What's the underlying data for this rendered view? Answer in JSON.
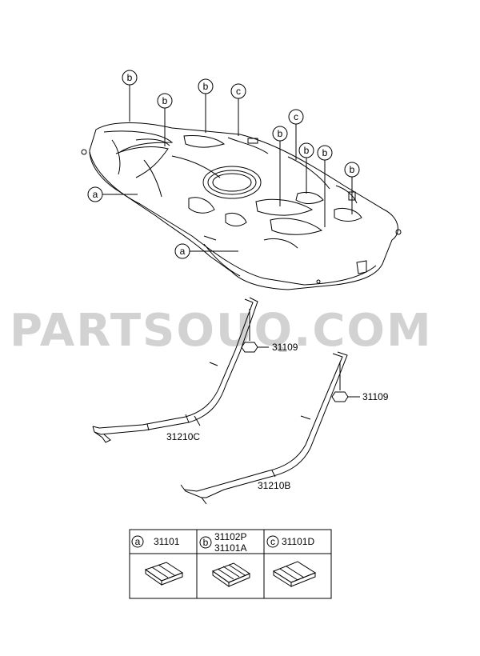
{
  "watermark": "PARTSOUQ.COM",
  "callouts": {
    "b1": "b",
    "b2": "b",
    "b3": "b",
    "c1": "c",
    "c2": "c",
    "b4": "b",
    "b5": "b",
    "b6": "b",
    "b7": "b",
    "a1": "a",
    "a2": "a"
  },
  "parts": {
    "nut_upper": "31109",
    "nut_lower": "31109",
    "strap_left": "31210C",
    "strap_right": "31210B"
  },
  "legend": {
    "col_a": {
      "letter": "a",
      "part": "31101"
    },
    "col_b": {
      "letter": "b",
      "part_line1": "31102P",
      "part_line2": "31101A"
    },
    "col_c": {
      "letter": "c",
      "part": "31101D"
    }
  }
}
